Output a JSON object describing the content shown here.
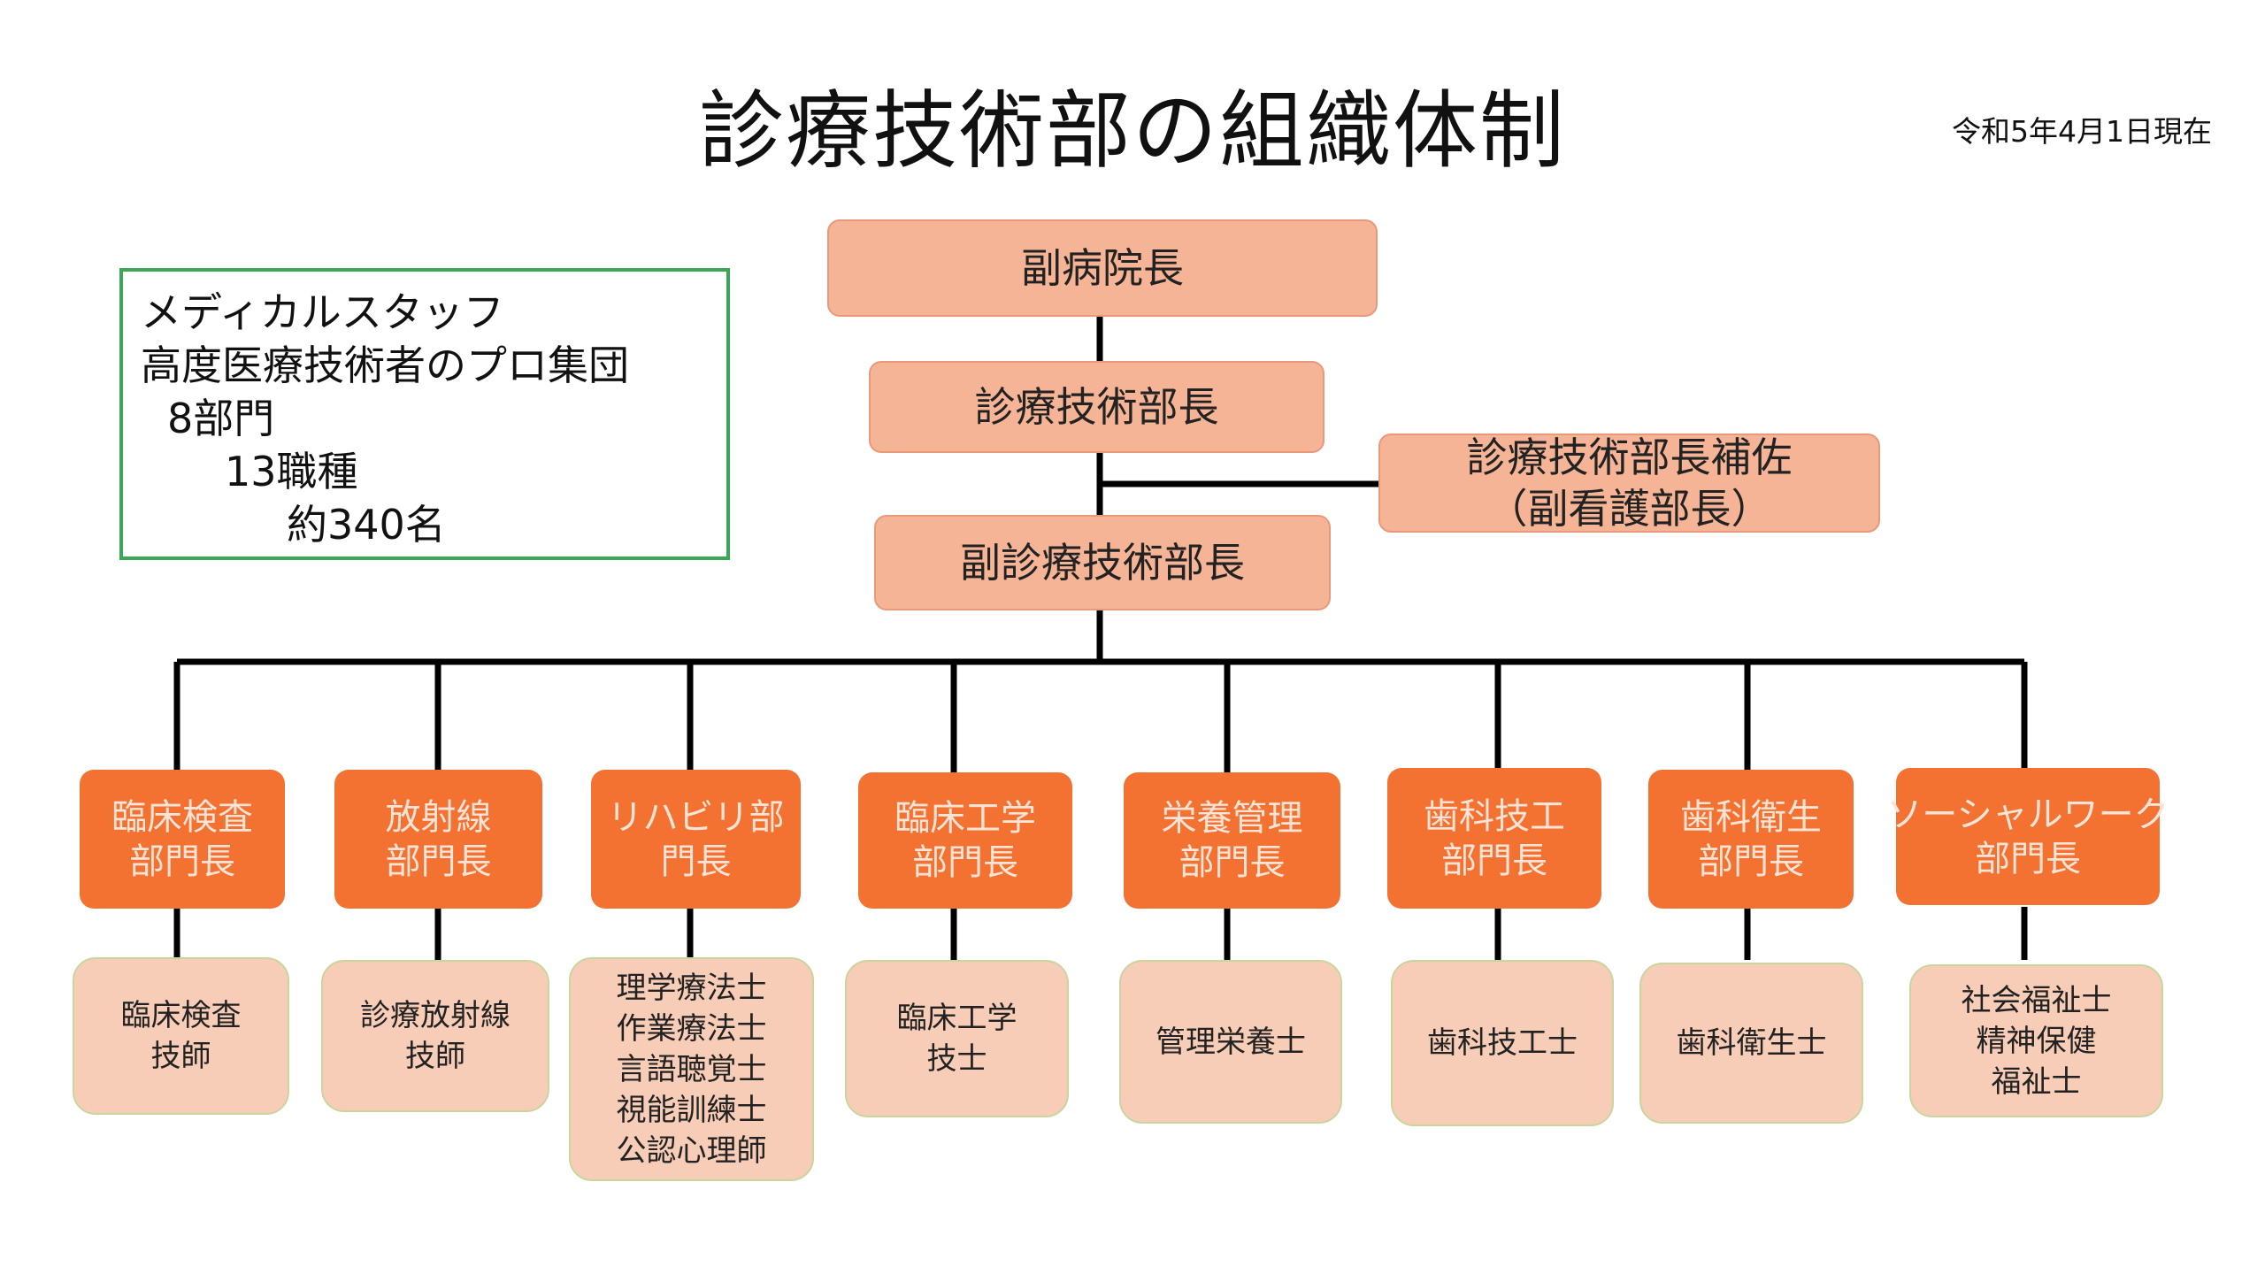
{
  "title": "診療技術部の組織体制",
  "as_of_date": "令和5年4月1日現在",
  "info_box": {
    "lines": [
      "メディカルスタッフ",
      "高度医療技術者のプロ集団",
      "8部門",
      "13職種",
      "約340名"
    ]
  },
  "executives": {
    "vice_director": "副病院長",
    "director": "診療技術部長",
    "assistant": {
      "line1": "診療技術部長補佐",
      "line2": "（副看護部長）"
    },
    "deputy": "副診療技術部長"
  },
  "departments": [
    {
      "head": [
        "臨床検査",
        "部門長"
      ],
      "staff": [
        "臨床検査",
        "技師"
      ]
    },
    {
      "head": [
        "放射線",
        "部門長"
      ],
      "staff": [
        "診療放射線",
        "技師"
      ]
    },
    {
      "head": [
        "リハビリ部",
        "門長"
      ],
      "staff": [
        "理学療法士",
        "作業療法士",
        "言語聴覚士",
        "視能訓練士",
        "公認心理師"
      ]
    },
    {
      "head": [
        "臨床工学",
        "部門長"
      ],
      "staff": [
        "臨床工学",
        "技士"
      ]
    },
    {
      "head": [
        "栄養管理",
        "部門長"
      ],
      "staff": [
        "管理栄養士"
      ]
    },
    {
      "head": [
        "歯科技工",
        "部門長"
      ],
      "staff": [
        "歯科技工士"
      ]
    },
    {
      "head": [
        "歯科衛生",
        "部門長"
      ],
      "staff": [
        "歯科衛生士"
      ]
    },
    {
      "head": [
        "ソーシャルワーク",
        "部門長"
      ],
      "staff": [
        "社会福祉士",
        "精神保健",
        "福祉士"
      ]
    }
  ],
  "colors": {
    "executive_fill": "#f5b496",
    "department_head_fill": "#f37232",
    "staff_fill": "#f8cdb7",
    "info_border": "#3aa857",
    "connector": "#000000"
  }
}
